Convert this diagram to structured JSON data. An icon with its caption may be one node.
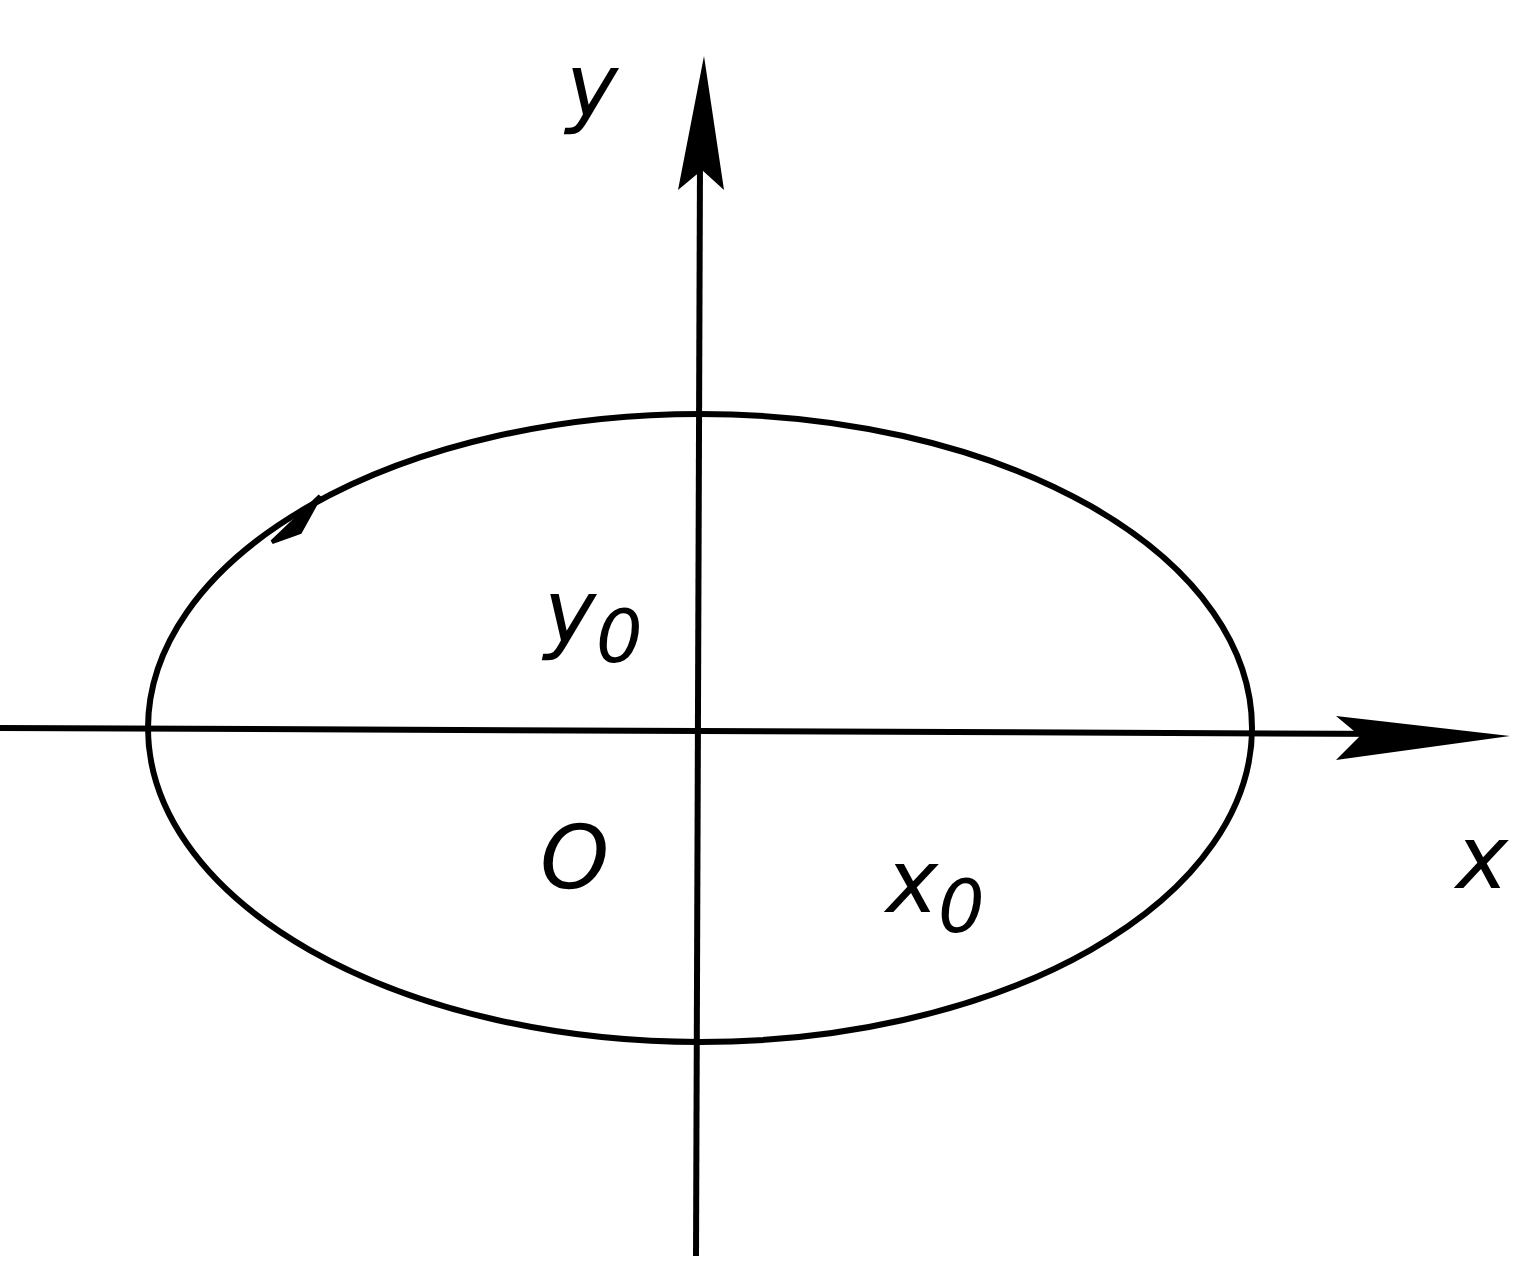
{
  "diagram": {
    "labels": [
      "y",
      "y$_{0}$",
      "O",
      "x$_{0}$",
      "x"
    ]
  }
}
